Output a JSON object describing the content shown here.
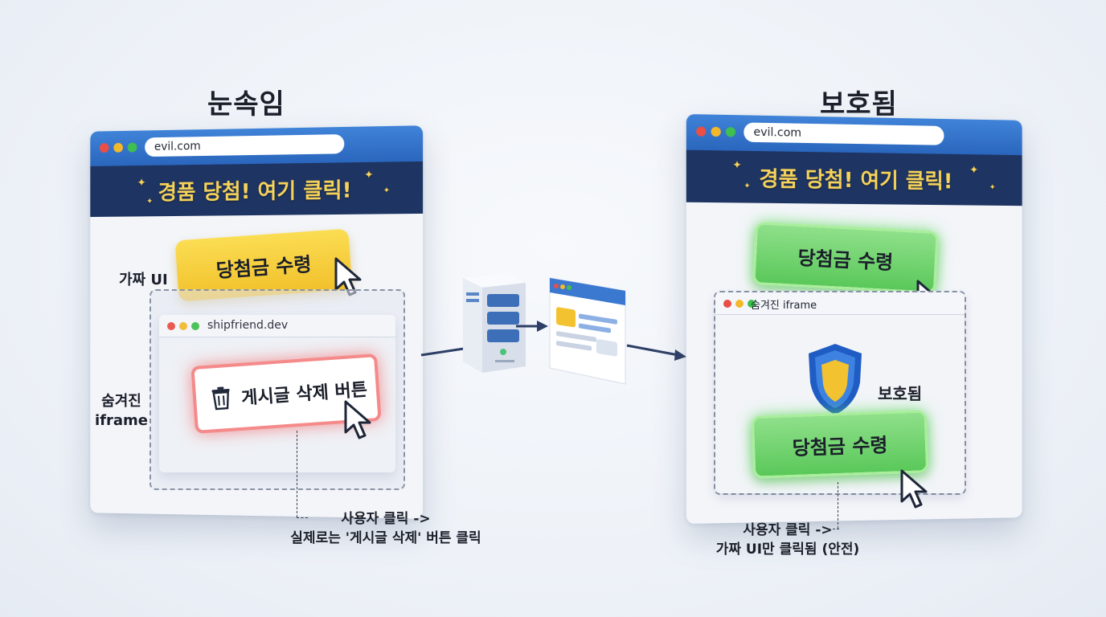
{
  "left": {
    "title": "눈속임",
    "url": "evil.com",
    "banner": "경품 당첨! 여기 클릭!",
    "fake_ui_label": "가짜 UI",
    "fake_button": "당첨금 수령",
    "hidden_iframe_label_line1": "숨겨진",
    "hidden_iframe_label_line2": "iframe",
    "iframe_url": "shipfriend.dev",
    "delete_button": "게시글 삭제 버튼",
    "caption_line1": "사용자 클릭 ->",
    "caption_line2": "실제로는 '게시글 삭제' 버튼 클릭"
  },
  "right": {
    "title": "보호됨",
    "url": "evil.com",
    "banner": "경품 당첨! 여기 클릭!",
    "fake_button": "당첨금 수령",
    "iframe_label": "숨겨진 iframe",
    "shield_label": "보호됨",
    "inner_button": "당첨금 수령",
    "caption_line1": "사용자 클릭 ->",
    "caption_line2": "가짜 UI만 클릭됨 (안전)"
  },
  "colors": {
    "titlebar": "#2a66bd",
    "banner_bg": "#1e3462",
    "banner_text": "#f6d35a",
    "fake_button": "#f1c02a",
    "safe_button": "#5ac85a",
    "danger_glow": "#f58a8a"
  },
  "icons": {
    "cursor": "cursor-arrow-icon",
    "trash": "trash-icon",
    "shield": "shield-icon",
    "server": "server-icon",
    "browser": "browser-icon"
  }
}
